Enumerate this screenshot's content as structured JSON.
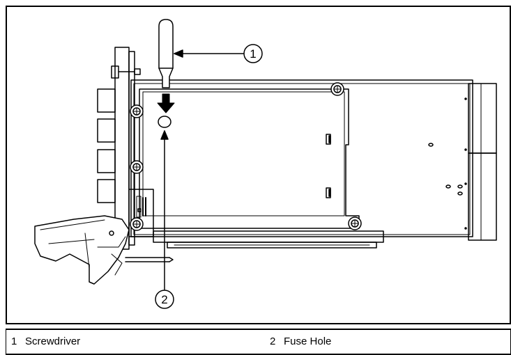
{
  "callouts": [
    {
      "number": "1",
      "label": "Screwdriver"
    },
    {
      "number": "2",
      "label": "Fuse Hole"
    }
  ],
  "colors": {
    "line": "#000000",
    "background": "#ffffff"
  }
}
